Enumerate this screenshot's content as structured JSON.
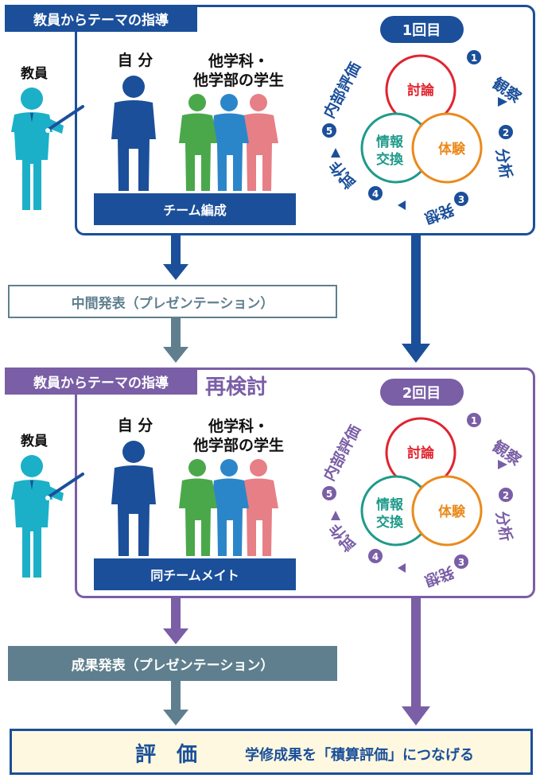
{
  "top": {
    "tab_label": "教員からテーマの指導",
    "teacher_label": "教員",
    "self_label": "自 分",
    "others_label_line1": "他学科・",
    "others_label_line2": "他学部の学生",
    "team_bar_label": "チーム編成",
    "round_label": "1回目"
  },
  "middle_presentation": "中間発表（プレゼンテーション）",
  "bottom": {
    "tab_label": "教員からテーマの指導",
    "reexamine_label": "再検討",
    "teacher_label": "教員",
    "self_label": "自 分",
    "others_label_line1": "他学科・",
    "others_label_line2": "他学部の学生",
    "team_bar_label": "同チームメイト",
    "round_label": "2回目"
  },
  "cycle": {
    "circles": {
      "discussion": "討論",
      "info_line1": "情報",
      "info_line2": "交換",
      "experience": "体験"
    },
    "steps": [
      {
        "num": "1",
        "label": "観察"
      },
      {
        "num": "2",
        "label": "分析"
      },
      {
        "num": "3",
        "label": "発想"
      },
      {
        "num": "4",
        "label": "試作"
      },
      {
        "num": "5",
        "label": "内部評価"
      }
    ]
  },
  "final_presentation": "成果発表（プレゼンテーション）",
  "evaluation": {
    "title": "評　価",
    "description": "学修成果を「積算評価」につなげる"
  },
  "colors": {
    "navy": "#1b4f9a",
    "purple": "#7a5ea6",
    "slate": "#5f7f8e",
    "green_person": "#4aa84a",
    "blue_person": "#2b86c9",
    "pink_person": "#e77f86",
    "teacher": "#1bb0c8",
    "red_circle": "#e0242f",
    "teal_circle": "#1f9a8a",
    "orange_circle": "#ea8a1c",
    "eval_bg": "#fdf8df"
  }
}
